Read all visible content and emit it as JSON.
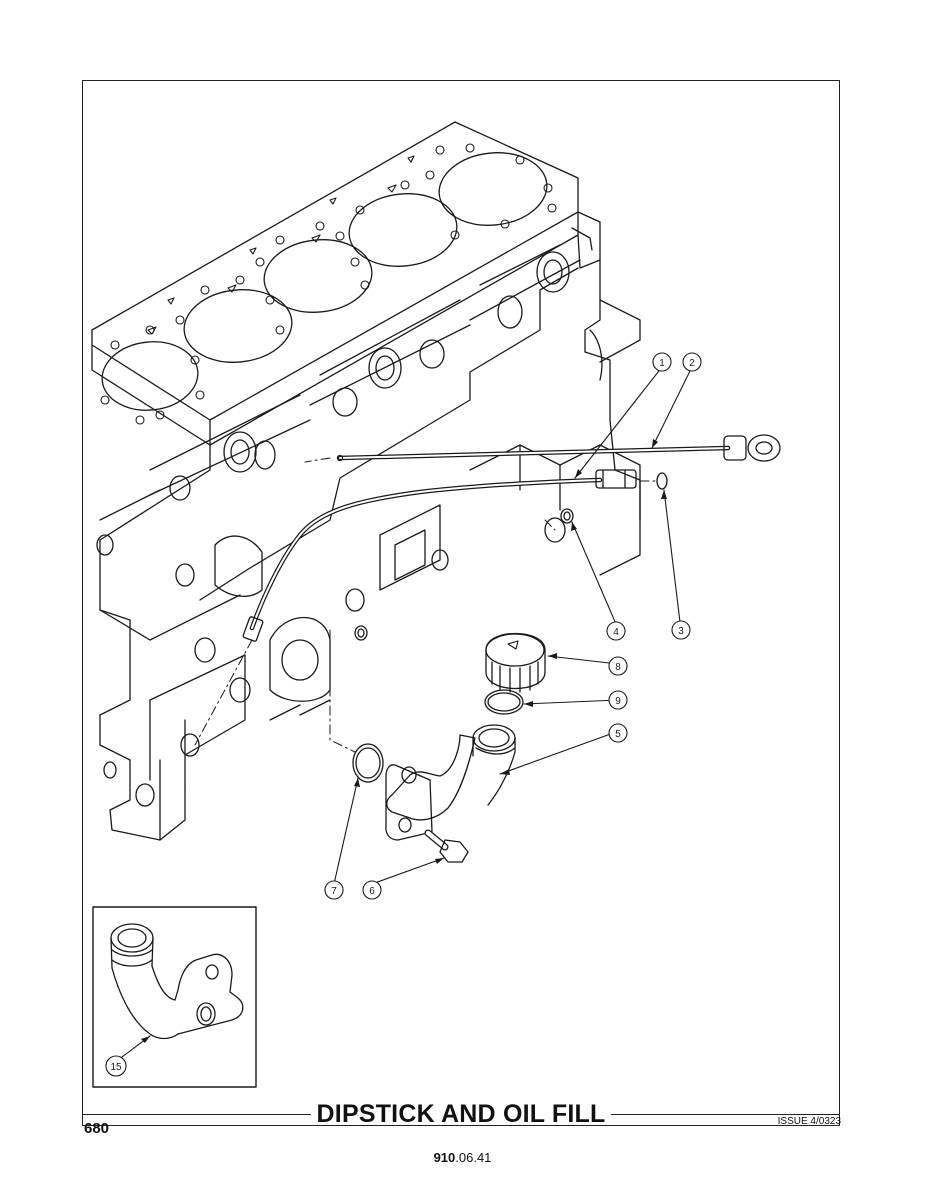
{
  "title": "DIPSTICK AND OIL FILL",
  "page_number": "680",
  "issue": "ISSUE 4/0323",
  "ref_bold": "910",
  "ref_rest": ".06.41",
  "callouts": [
    "1",
    "2",
    "3",
    "4",
    "5",
    "6",
    "7",
    "8",
    "9",
    "15"
  ]
}
